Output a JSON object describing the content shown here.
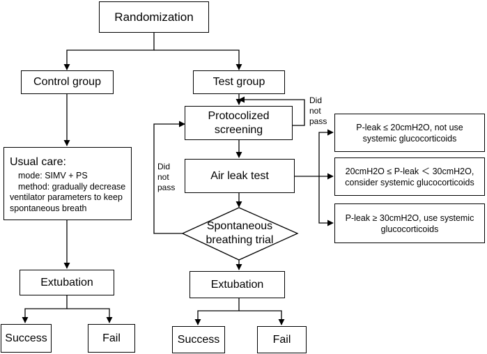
{
  "nodes": {
    "randomization": "Randomization",
    "control_group": "Control group",
    "test_group": "Test group",
    "usual_care": {
      "head": "Usual care:",
      "mode": "mode: SIMV + PS",
      "method": "method: gradually decrease",
      "line3": "ventilator parameters to keep",
      "line4": "spontaneous breath"
    },
    "protocolized_screening": {
      "line1": "Protocolized",
      "line2": "screening"
    },
    "air_leak_test": "Air leak test",
    "sbt": {
      "line1": "Spontaneous",
      "line2": "breathing trial"
    },
    "extubation_control": "Extubation",
    "extubation_test": "Extubation",
    "success_control": "Success",
    "fail_control": "Fail",
    "success_test": "Success",
    "fail_test": "Fail",
    "outcome_low": "P-leak ≤ 20cmH2O, not use systemic glucocorticoids",
    "outcome_mid": "20cmH2O ≤ P-leak ＜ 30cmH2O, consider systemic glucocorticoids",
    "outcome_high": "P-leak ≥ 30cmH2O, use systemic glucocorticoids"
  },
  "labels": {
    "did_not_pass_top": [
      "Did",
      "not",
      "pass"
    ],
    "did_not_pass_left": [
      "Did",
      "not",
      "pass"
    ]
  }
}
